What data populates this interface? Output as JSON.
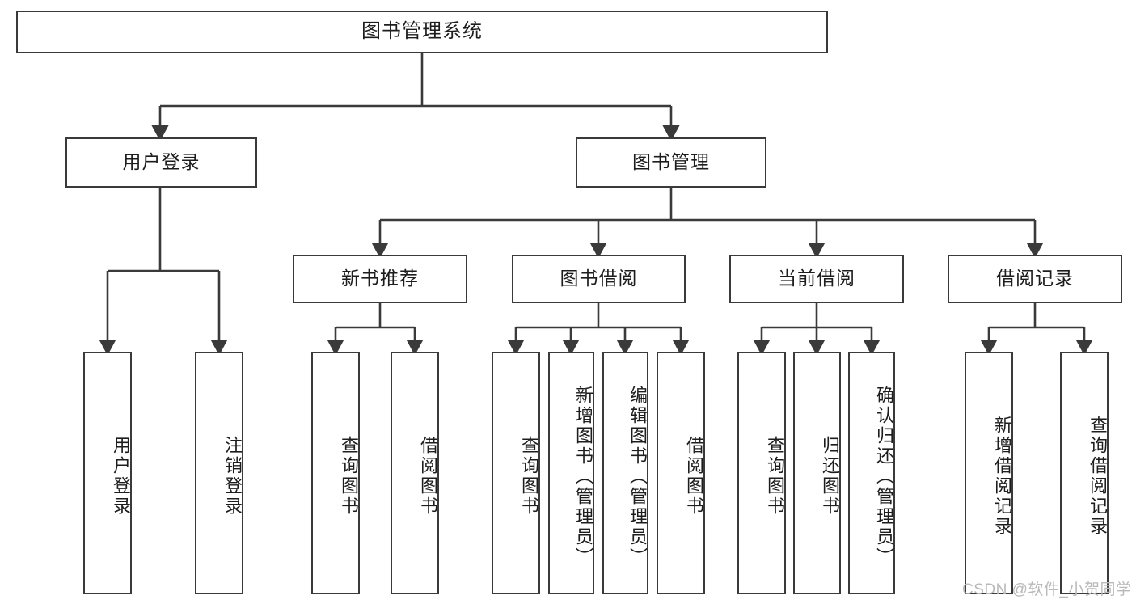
{
  "diagram": {
    "type": "tree-hierarchy",
    "title": "图书管理系统",
    "watermark": "CSDN @软件_小贺同学",
    "colors": {
      "box_border": "#3a3a3a",
      "box_fill": "#ffffff",
      "connector": "#3a3a3a",
      "text": "#1d1d1d",
      "watermark": "#b9b9b9"
    },
    "nodes": {
      "root": {
        "label": "图书管理系统"
      },
      "level2": [
        {
          "label": "用户登录"
        },
        {
          "label": "图书管理"
        }
      ],
      "level3": [
        {
          "label": "新书推荐"
        },
        {
          "label": "图书借阅"
        },
        {
          "label": "当前借阅"
        },
        {
          "label": "借阅记录"
        }
      ],
      "leaves": [
        {
          "label": "用户登录",
          "parent": "用户登录"
        },
        {
          "label": "注销登录",
          "parent": "用户登录"
        },
        {
          "label": "查询图书",
          "parent": "新书推荐"
        },
        {
          "label": "借阅图书",
          "parent": "新书推荐"
        },
        {
          "label": "查询图书",
          "parent": "图书借阅"
        },
        {
          "label": "新增图书（管理员）",
          "parent": "图书借阅"
        },
        {
          "label": "编辑图书（管理员）",
          "parent": "图书借阅"
        },
        {
          "label": "借阅图书",
          "parent": "图书借阅"
        },
        {
          "label": "查询图书",
          "parent": "当前借阅"
        },
        {
          "label": "归还图书",
          "parent": "当前借阅"
        },
        {
          "label": "确认归还（管理员）",
          "parent": "当前借阅"
        },
        {
          "label": "新增借阅记录",
          "parent": "借阅记录"
        },
        {
          "label": "查询借阅记录",
          "parent": "借阅记录"
        }
      ]
    }
  }
}
